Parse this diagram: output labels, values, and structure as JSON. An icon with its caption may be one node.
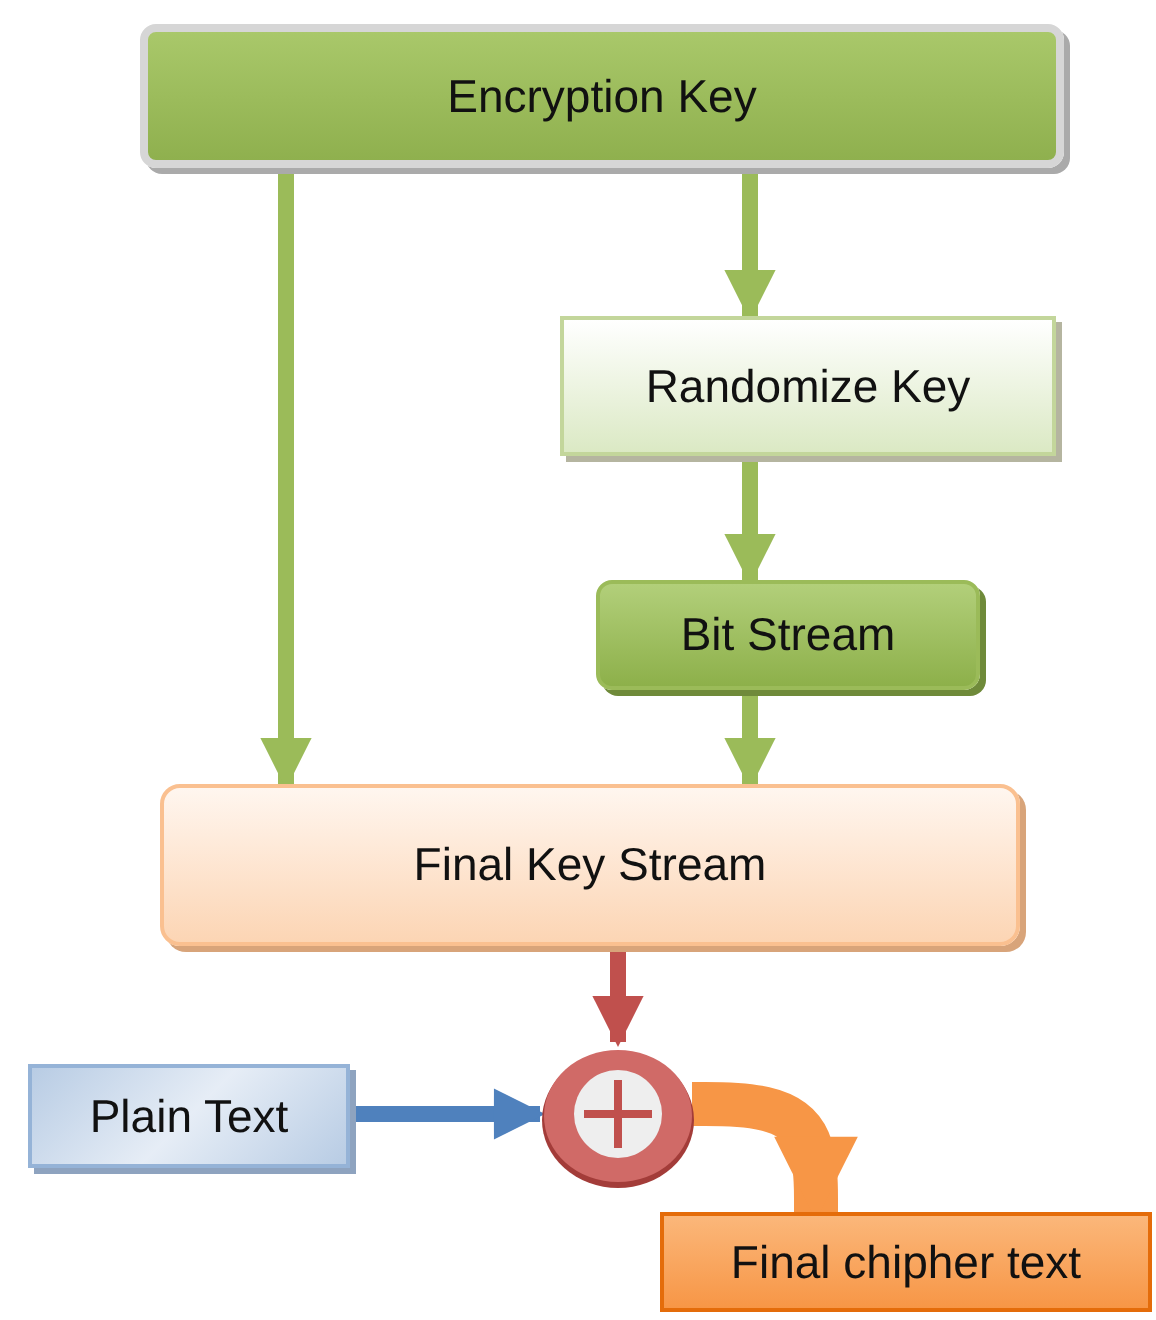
{
  "diagram": {
    "nodes": [
      {
        "text": [
          "Encryption  Key"
        ]
      },
      {
        "text": [
          "Randomize  Key"
        ]
      },
      {
        "text": [
          "Bit Stream"
        ]
      },
      {
        "text": [
          "Final Key Stream"
        ]
      },
      {
        "text": [
          "Plain Text"
        ]
      },
      {
        "text": [],
        "shape": "circle"
      },
      {
        "text": [
          "Final chipher text"
        ]
      }
    ],
    "edges": [
      {
        "from": 0,
        "to": 3,
        "arrow": "to"
      },
      {
        "from": 0,
        "to": 1,
        "arrow": "to"
      },
      {
        "from": 1,
        "to": 2,
        "arrow": "to"
      },
      {
        "from": 2,
        "to": 3,
        "arrow": "to"
      },
      {
        "from": 3,
        "to": 5,
        "arrow": "to",
        "color": "#c0504d"
      },
      {
        "from": 4,
        "to": 5,
        "arrow": "to",
        "color": "#4f81bd"
      },
      {
        "from": 5,
        "to": 6,
        "arrow": "to",
        "style": "thick",
        "color": "#f79646"
      }
    ]
  }
}
